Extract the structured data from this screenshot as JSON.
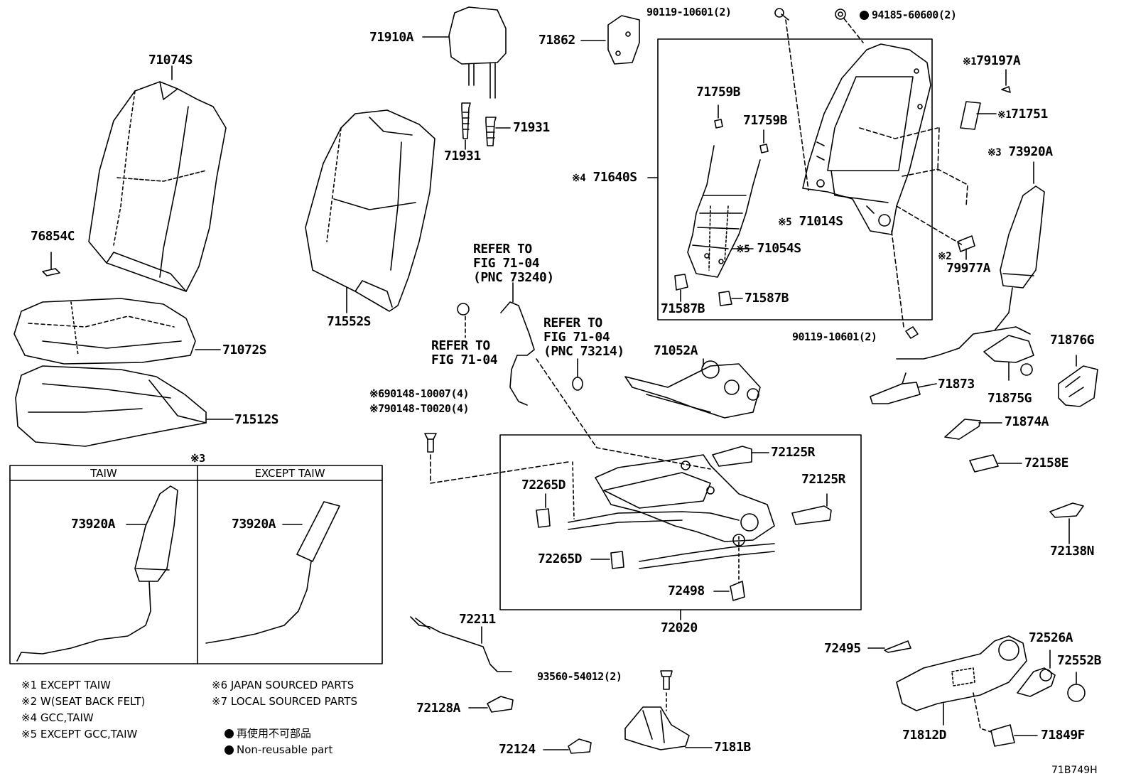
{
  "diagram_id": "71B749H",
  "parts": {
    "p71074S": "71074S",
    "p76854C": "76854C",
    "p71072S": "71072S",
    "p71512S": "71512S",
    "p71910A": "71910A",
    "p71931a": "71931",
    "p71931b": "71931",
    "p71552S": "71552S",
    "p71862": "71862",
    "p90119a": "90119-10601(2)",
    "p94185": "94185-60600(2)",
    "p71759Ba": "71759B",
    "p71759Bb": "71759B",
    "p71640S": "71640S",
    "p71014S": "71014S",
    "p71054S": "71054S",
    "p71587Ba": "71587B",
    "p71587Bb": "71587B",
    "p90119b": "90119-10601(2)",
    "p79197A": "79197A",
    "p71751": "71751",
    "p73920A": "73920A",
    "p79977A": "79977A",
    "p71876G": "71876G",
    "p71873": "71873",
    "p71875G": "71875G",
    "p71874A": "71874A",
    "p72158E": "72158E",
    "p72138N": "72138N",
    "p71052A": "71052A",
    "p90148a": "90148-10007(4)",
    "p90148b": "90148-T0020(4)",
    "p72125Ra": "72125R",
    "p72125Rb": "72125R",
    "p72265Da": "72265D",
    "p72265Db": "72265D",
    "p72498": "72498",
    "p72020": "72020",
    "p72211": "72211",
    "p72128A": "72128A",
    "p93560": "93560-54012(2)",
    "p72124": "72124",
    "p7181B": "7181B",
    "p72495": "72495",
    "p72526A": "72526A",
    "p72552B": "72552B",
    "p71812D": "71812D",
    "p71849F": "71849F",
    "p73920A_taiw": "73920A",
    "p73920A_ex": "73920A"
  },
  "marks": {
    "m1": "※1",
    "m2": "※2",
    "m3": "※3",
    "m4": "※4",
    "m5": "※5",
    "m6": "※6",
    "m7": "※7"
  },
  "refers": {
    "r1": [
      "REFER TO",
      "FIG 71-04",
      "(PNC 73240)"
    ],
    "r2": [
      "REFER TO",
      "FIG 71-04"
    ],
    "r3": [
      "REFER TO",
      "FIG 71-04",
      "(PNC 73214)"
    ]
  },
  "inset": {
    "mark": "※3",
    "col_left": "TAIW",
    "col_right": "EXCEPT TAIW"
  },
  "notes": {
    "n1": "※1 EXCEPT TAIW",
    "n2": "※2 W(SEAT BACK FELT)",
    "n4": "※4 GCC,TAIW",
    "n5": "※5 EXCEPT GCC,TAIW",
    "n6": "※6 JAPAN SOURCED PARTS",
    "n7": "※7 LOCAL SOURCED PARTS",
    "legend_jp": "再使用不可部品",
    "legend_en": "Non-reusable part"
  }
}
